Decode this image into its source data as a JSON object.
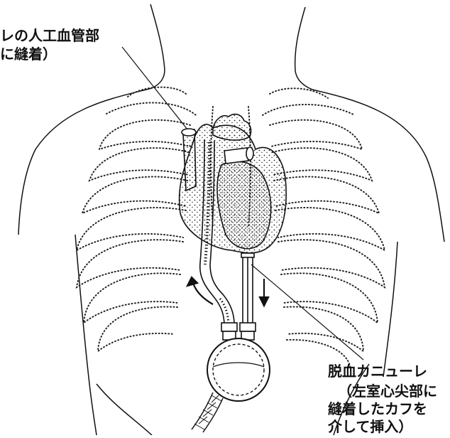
{
  "labels": {
    "outflow": [
      "レの人工血管部",
      "に縫着）"
    ],
    "inflow": [
      "脱血カニューレ",
      "（左室心尖部に",
      "縫着したカフを",
      "介して挿入）"
    ]
  },
  "colors": {
    "line": "#111111",
    "stipple": "#222222",
    "paper": "#ffffff"
  }
}
